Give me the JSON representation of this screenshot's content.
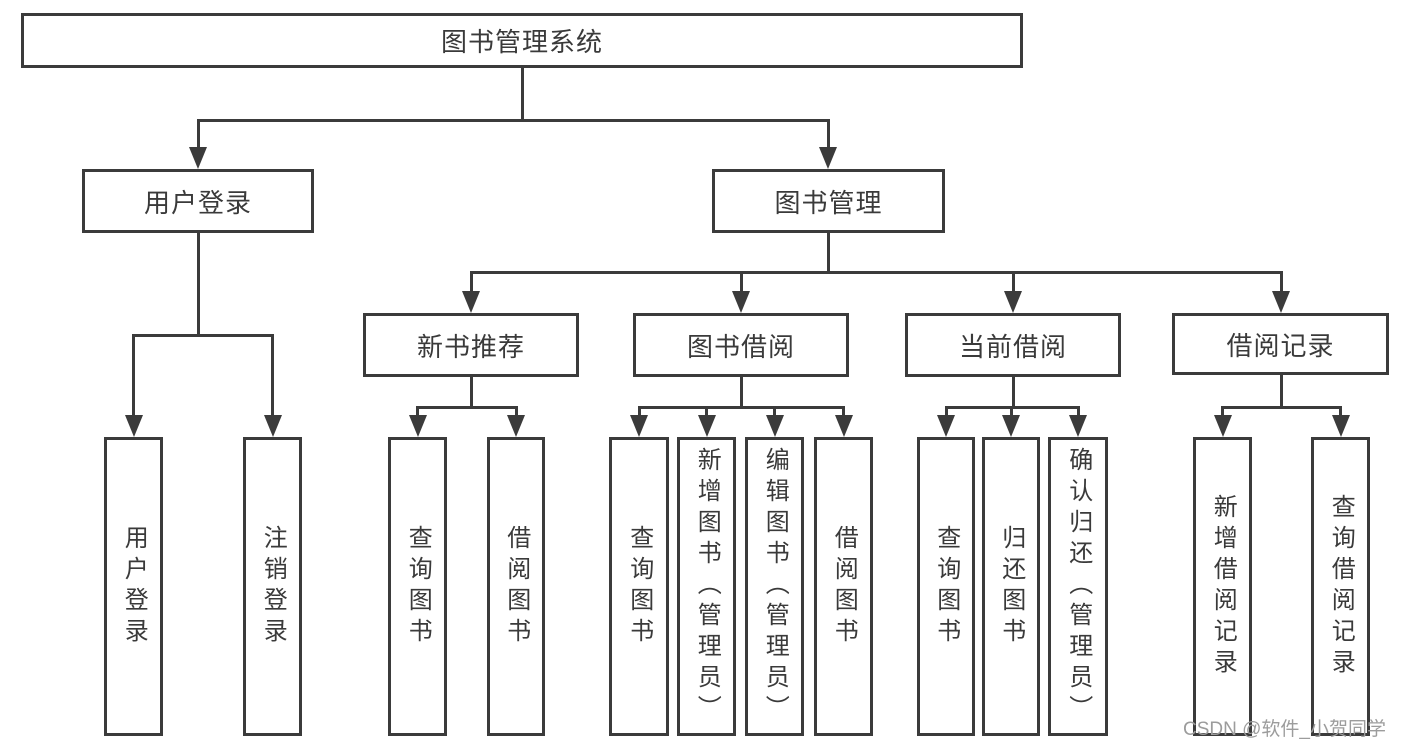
{
  "nodes": {
    "root": "图书管理系统",
    "l2": [
      "用户登录",
      "图书管理"
    ],
    "l3": [
      "新书推荐",
      "图书借阅",
      "当前借阅",
      "借阅记录"
    ],
    "leaves_login": [
      "用户登录",
      "注销登录"
    ],
    "leaves_recommend": [
      "查询图书",
      "借阅图书"
    ],
    "leaves_borrow": [
      "查询图书",
      "新增图书（管理员）",
      "编辑图书（管理员）",
      "借阅图书"
    ],
    "leaves_current": [
      "查询图书",
      "归还图书",
      "确认归还（管理员）"
    ],
    "leaves_record": [
      "新增借阅记录",
      "查询借阅记录"
    ]
  },
  "watermark": "CSDN @软件_小贺同学",
  "colors": {
    "line": "#3b3b3b",
    "box_border": "#3b3b3b",
    "text": "#3a3a3a",
    "watermark": "#9c9c9c",
    "background": "#ffffff"
  }
}
